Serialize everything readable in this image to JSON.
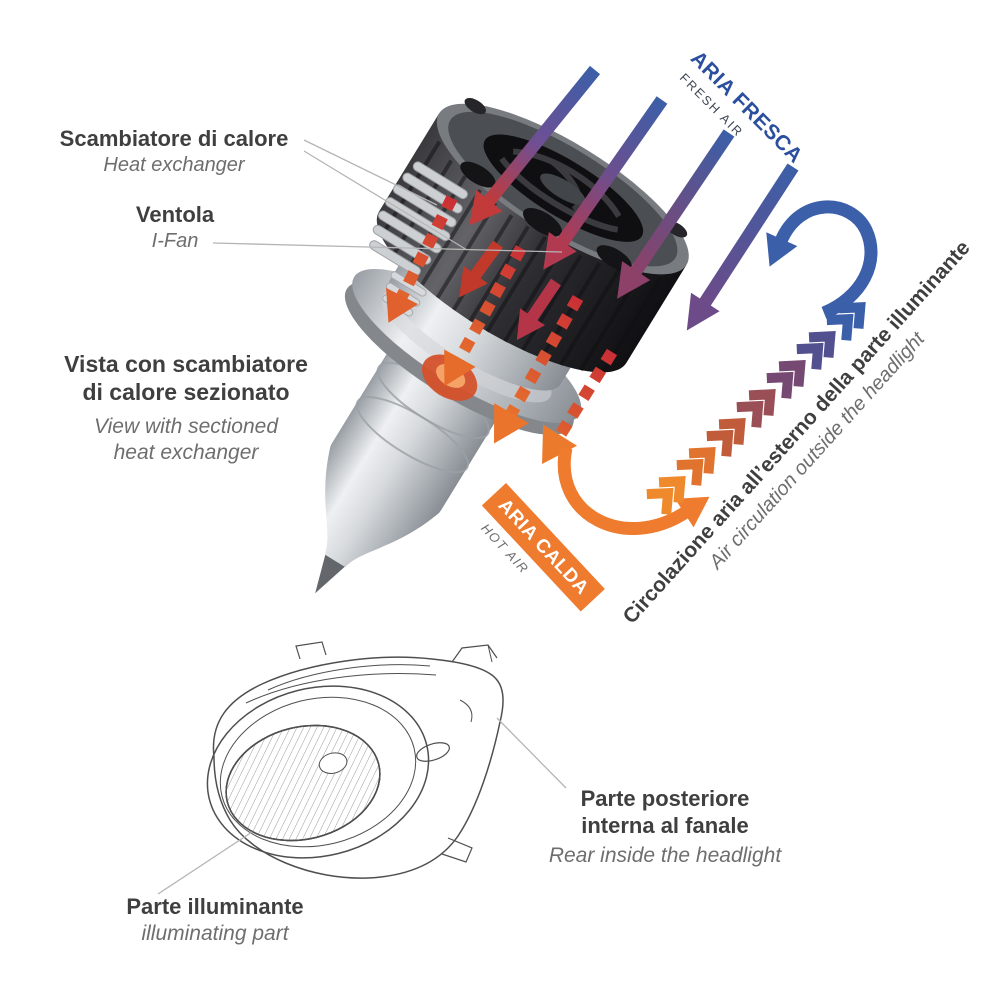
{
  "colors": {
    "fresh_air_blue": "#2b4f9e",
    "hot_air_orange": "#ee7b2e",
    "arrow_blue": "#3b5fa8",
    "arrow_red": "#c23a3a",
    "heading_gray": "#3f3f3f",
    "subtext_gray": "#6e6e6e"
  },
  "labels": {
    "heat_exchanger": {
      "it": "Scambiatore di calore",
      "en": "Heat exchanger"
    },
    "fan": {
      "it": "Ventola",
      "en": "I-Fan"
    },
    "sectioned_view": {
      "it_line1": "Vista con scambiatore",
      "it_line2": "di calore sezionato",
      "en_line1": "View with sectioned",
      "en_line2": "heat exchanger"
    },
    "fresh_air": {
      "it": "ARIA FRESCA",
      "en": "FRESH AIR"
    },
    "hot_air": {
      "it": "ARIA CALDA",
      "en": "HOT AIR"
    },
    "circulation": {
      "it": "Circolazione aria all’esterno della parte illuminante",
      "en": "Air circulation outside the headlight"
    },
    "rear_part": {
      "it_line1": "Parte posteriore",
      "it_line2": "interna al fanale",
      "en": "Rear inside the headlight"
    },
    "illuminating_part": {
      "it": "Parte illuminante",
      "en": "illuminating part"
    }
  }
}
